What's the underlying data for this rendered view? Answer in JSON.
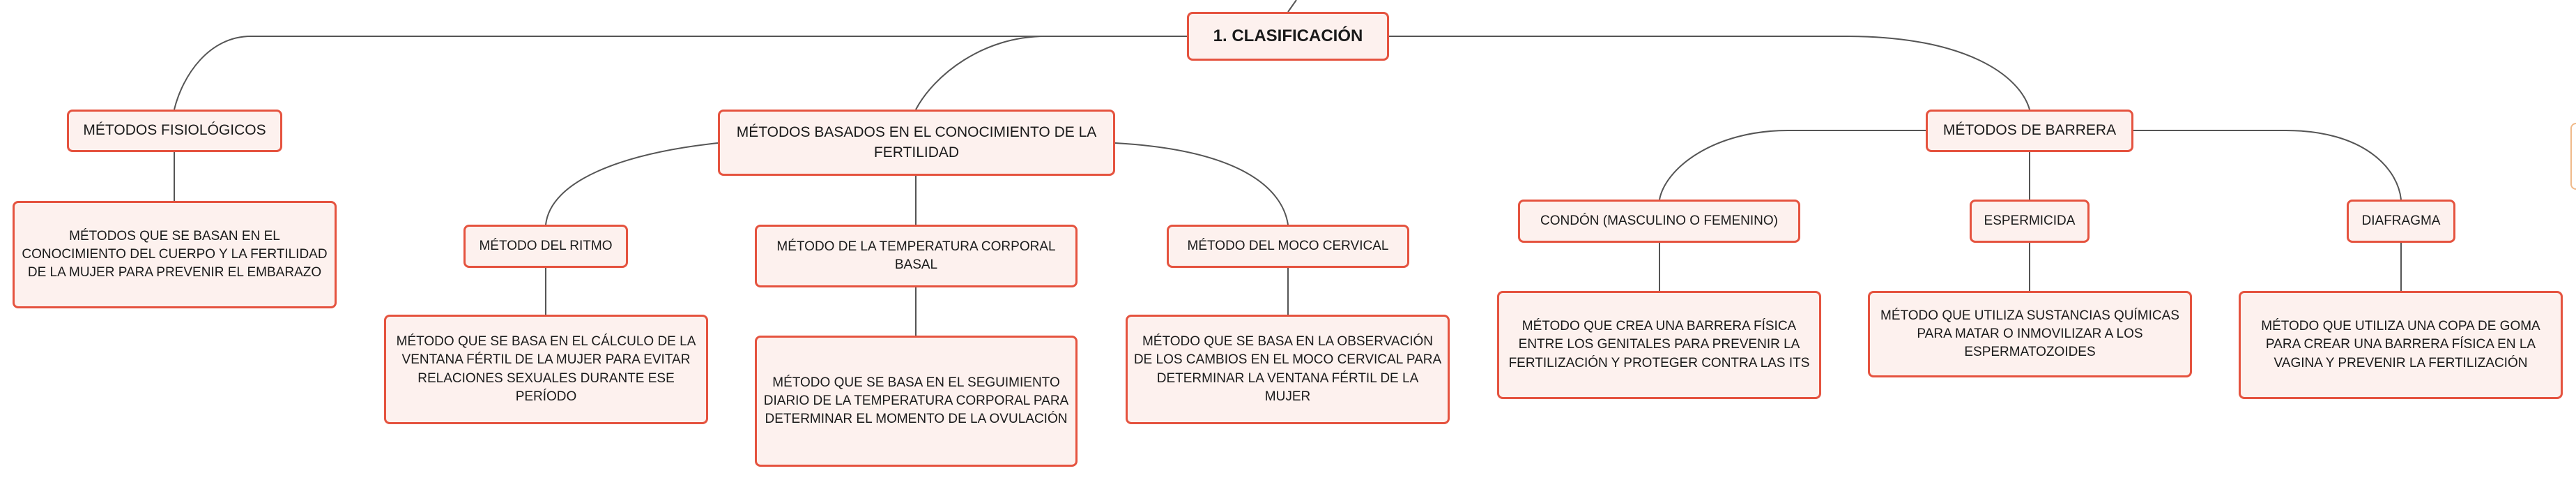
{
  "diagram": {
    "root": "1. CLASIFICACIÓN",
    "branches": [
      {
        "label": "MÉTODOS FISIOLÓGICOS",
        "description": "MÉTODOS QUE SE BASAN EN EL CONOCIMIENTO DEL CUERPO Y LA FERTILIDAD DE LA MUJER PARA PREVENIR EL EMBARAZO"
      },
      {
        "label": "MÉTODOS BASADOS EN EL CONOCIMIENTO DE LA FERTILIDAD",
        "children": [
          {
            "label": "MÉTODO DEL RITMO",
            "description": "MÉTODO QUE SE BASA EN EL CÁLCULO DE LA VENTANA FÉRTIL DE LA MUJER PARA EVITAR RELACIONES SEXUALES DURANTE ESE PERÍODO"
          },
          {
            "label": "MÉTODO DE LA TEMPERATURA CORPORAL BASAL",
            "description": "MÉTODO QUE SE BASA EN EL SEGUIMIENTO DIARIO DE LA TEMPERATURA CORPORAL PARA DETERMINAR EL MOMENTO DE LA OVULACIÓN"
          },
          {
            "label": "MÉTODO DEL MOCO CERVICAL",
            "description": "MÉTODO QUE SE BASA EN LA OBSERVACIÓN DE LOS CAMBIOS EN EL MOCO CERVICAL PARA DETERMINAR LA VENTANA FÉRTIL DE LA MUJER"
          }
        ]
      },
      {
        "label": "MÉTODOS DE BARRERA",
        "children": [
          {
            "label": "CONDÓN (MASCULINO O FEMENINO)",
            "description": "MÉTODO QUE CREA UNA BARRERA FÍSICA ENTRE LOS GENITALES PARA PREVENIR LA FERTILIZACIÓN Y PROTEGER CONTRA LAS ITS"
          },
          {
            "label": "ESPERMICIDA",
            "description": "MÉTODO QUE UTILIZA SUSTANCIAS QUÍMICAS PARA MATAR O INMOVILIZAR A LOS ESPERMATOZOIDES"
          },
          {
            "label": "DIAFRAGMA",
            "description": "MÉTODO QUE UTILIZA UNA COPA DE GOMA PARA CREAR UNA BARRERA FÍSICA EN LA VAGINA Y PREVENIR LA FERTILIZACIÓN"
          }
        ]
      }
    ]
  },
  "colors": {
    "node_border": "#e5533f",
    "node_fill": "#fdf1ee",
    "connector": "#555555",
    "text": "#1a1a1a"
  }
}
